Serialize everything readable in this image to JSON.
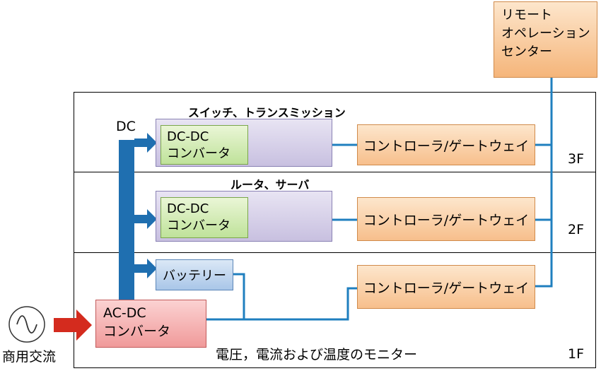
{
  "remote_center": {
    "line1": "リモート",
    "line2": "オペレーション",
    "line3": "センター"
  },
  "floors": {
    "f3": {
      "label": "3F",
      "group_title": "スイッチ、トランスミッション",
      "converter_line1": "DC-DC",
      "converter_line2": "コンバータ",
      "controller": "コントローラ/ゲートウェイ"
    },
    "f2": {
      "label": "2F",
      "group_title": "ルータ、サーバ",
      "converter_line1": "DC-DC",
      "converter_line2": "コンバータ",
      "controller": "コントローラ/ゲートウェイ"
    },
    "f1": {
      "label": "1F",
      "battery": "バッテリー",
      "controller": "コントローラ/ゲートウェイ",
      "monitor_note": "電圧，電流および温度のモニター"
    }
  },
  "dc_label": "DC",
  "acdc": {
    "line1": "AC-DC",
    "line2": "コンバータ"
  },
  "ac_source_label": "商用交流",
  "colors": {
    "dc_bus": "#1f6fb0",
    "signal_line": "#1f7fbf",
    "ac_arrow": "#d42b1e"
  }
}
